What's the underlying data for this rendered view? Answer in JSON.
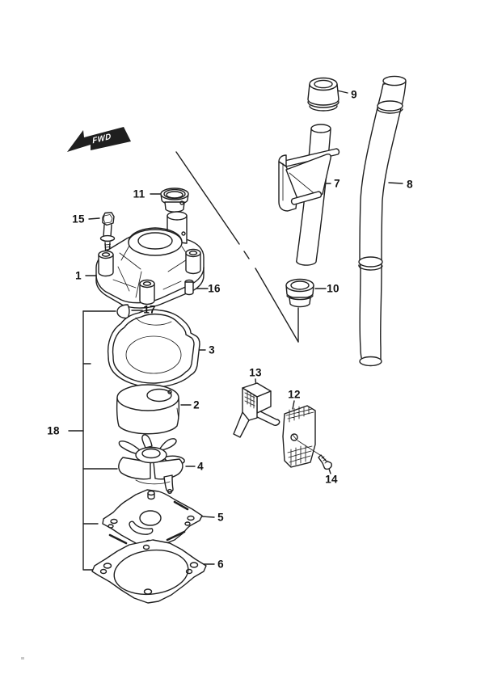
{
  "colors": {
    "line": "#1f1f1f",
    "label": "#111111",
    "background": "#ffffff"
  },
  "fwd_marker": {
    "label": "FWD"
  },
  "callouts": {
    "c1": {
      "number": "1"
    },
    "c2": {
      "number": "2"
    },
    "c3": {
      "number": "3"
    },
    "c4": {
      "number": "4"
    },
    "c5": {
      "number": "5"
    },
    "c6": {
      "number": "6"
    },
    "c7": {
      "number": "7"
    },
    "c8": {
      "number": "8"
    },
    "c9": {
      "number": "9"
    },
    "c10": {
      "number": "10"
    },
    "c11": {
      "number": "11"
    },
    "c12": {
      "number": "12"
    },
    "c13": {
      "number": "13"
    },
    "c14": {
      "number": "14"
    },
    "c15": {
      "number": "15"
    },
    "c16": {
      "number": "16"
    },
    "c17": {
      "number": "17"
    },
    "c18": {
      "number": "18"
    }
  }
}
